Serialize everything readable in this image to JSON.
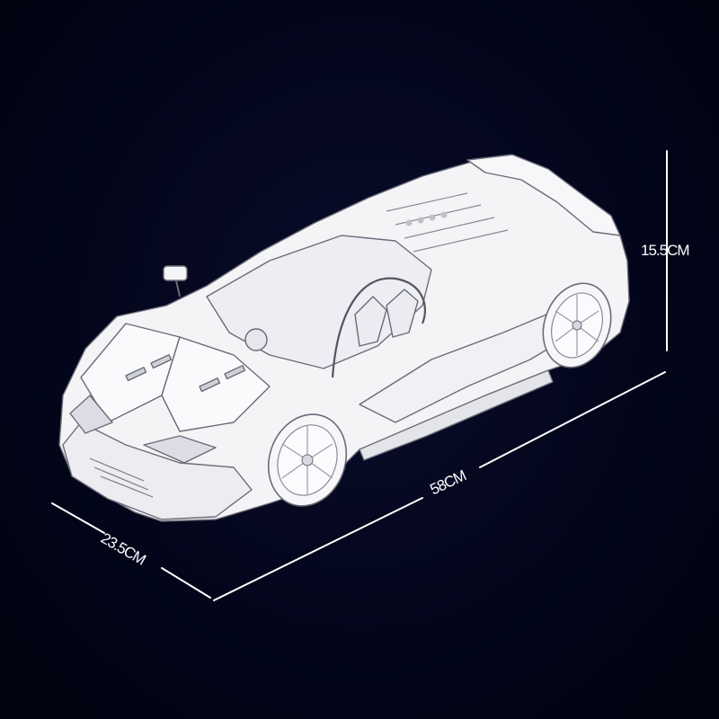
{
  "dimensions": {
    "height": "15.5CM",
    "length": "58CM",
    "width": "23.5CM"
  },
  "colors": {
    "background": "#02051a",
    "line": "#ffffff",
    "model_fill": "#f4f4f6",
    "model_stroke": "#6b6b78"
  }
}
